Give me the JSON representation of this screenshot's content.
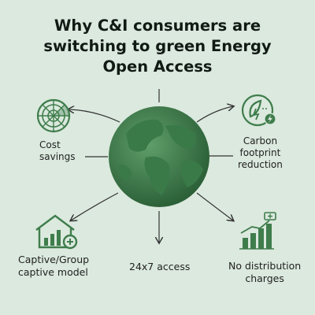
{
  "title": {
    "line1": "Why C&I consumers are",
    "line2": "switching to green Energy",
    "line3": "Open Access"
  },
  "benefits": {
    "cost_savings": {
      "line1": "Cost",
      "line2": "savings",
      "icon": "radar-icon"
    },
    "carbon_footprint": {
      "line1": "Carbon",
      "line2": "footprint",
      "line3": "reduction",
      "icon": "leaf-lightning-icon"
    },
    "captive_model": {
      "line1": "Captive/Group",
      "line2": "captive model",
      "icon": "house-chart-icon"
    },
    "access_24x7": {
      "line1": "24x7 access"
    },
    "no_distribution": {
      "line1": "No distribution",
      "line2": "charges",
      "icon": "rising-bars-battery-icon"
    }
  },
  "colors": {
    "background": "#dbe9de",
    "icon_green": "#3f7d4c",
    "globe_dark": "#2d6a3a",
    "globe_light": "#5a9b66",
    "line": "#333333"
  }
}
